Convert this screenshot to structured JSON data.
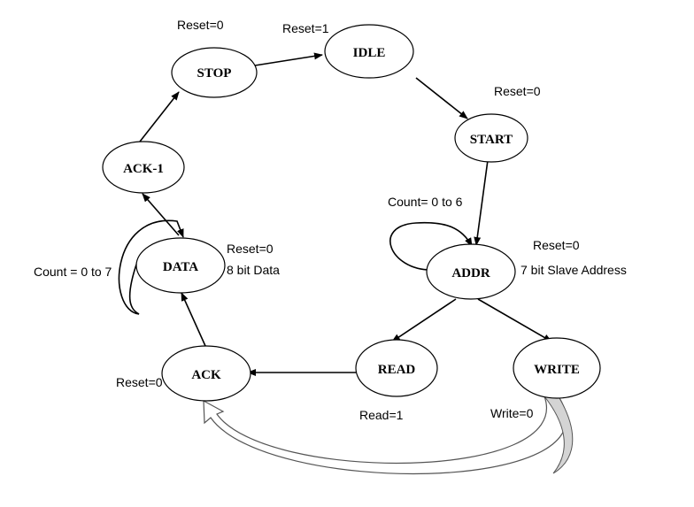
{
  "states": {
    "idle": "IDLE",
    "start": "START",
    "addr": "ADDR",
    "read": "READ",
    "write": "WRITE",
    "ack": "ACK",
    "data": "DATA",
    "ack1": "ACK-1",
    "stop": "STOP"
  },
  "annotations": {
    "stop_reset": "Reset=0",
    "idle_reset": "Reset=1",
    "start_reset": "Reset=0",
    "addr_loop": "Count= 0 to 6",
    "addr_reset": "Reset=0",
    "addr_desc": "7 bit Slave Address",
    "data_reset": "Reset=0",
    "data_desc": "8 bit Data",
    "data_loop": "Count = 0 to 7",
    "ack_reset": "Reset=0",
    "read_cond": "Read=1",
    "write_cond": "Write=0"
  }
}
